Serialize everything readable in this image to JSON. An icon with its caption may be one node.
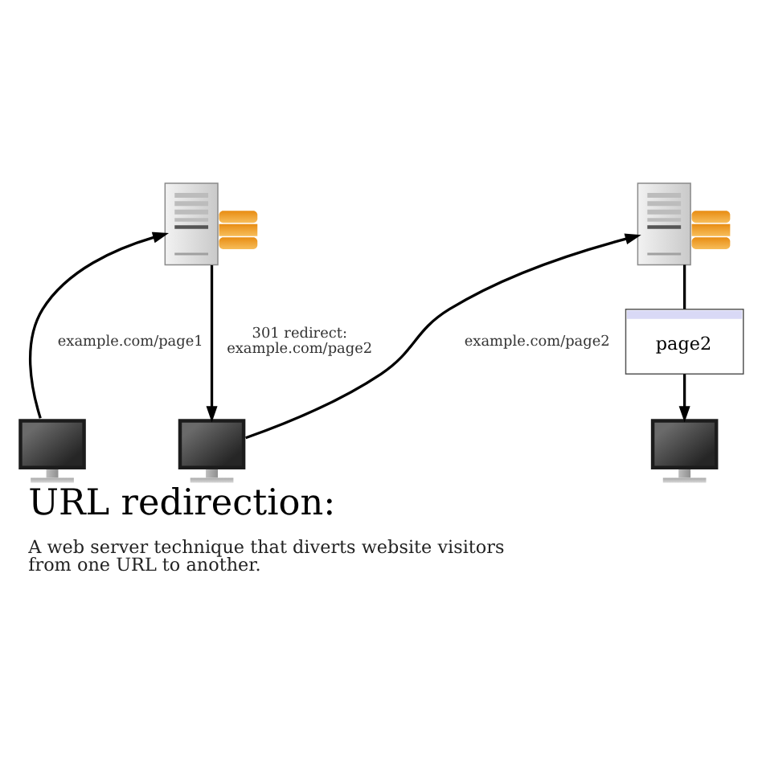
{
  "diagram": {
    "title": "URL redirection:",
    "caption": "A web server technique that diverts website visitors from one URL to another.",
    "nodes": [
      {
        "text": [],
        "shape": "picture"
      },
      {
        "text": [],
        "shape": "picture"
      },
      {
        "text": [],
        "shape": "picture"
      },
      {
        "text": [],
        "shape": "picture"
      },
      {
        "text": [
          "page2"
        ]
      },
      {
        "text": [],
        "shape": "picture"
      }
    ],
    "edges": [
      {
        "from": 0,
        "to": 1,
        "arrow": "to",
        "label": "example.com/page1"
      },
      {
        "from": 1,
        "to": 2,
        "arrow": "to",
        "label": "301 redirect: example.com/page2"
      },
      {
        "from": 2,
        "to": 3,
        "arrow": "to",
        "label": "example.com/page2"
      },
      {
        "from": 3,
        "to": 4,
        "arrow": "none"
      },
      {
        "from": 4,
        "to": 5,
        "arrow": "to"
      }
    ]
  }
}
